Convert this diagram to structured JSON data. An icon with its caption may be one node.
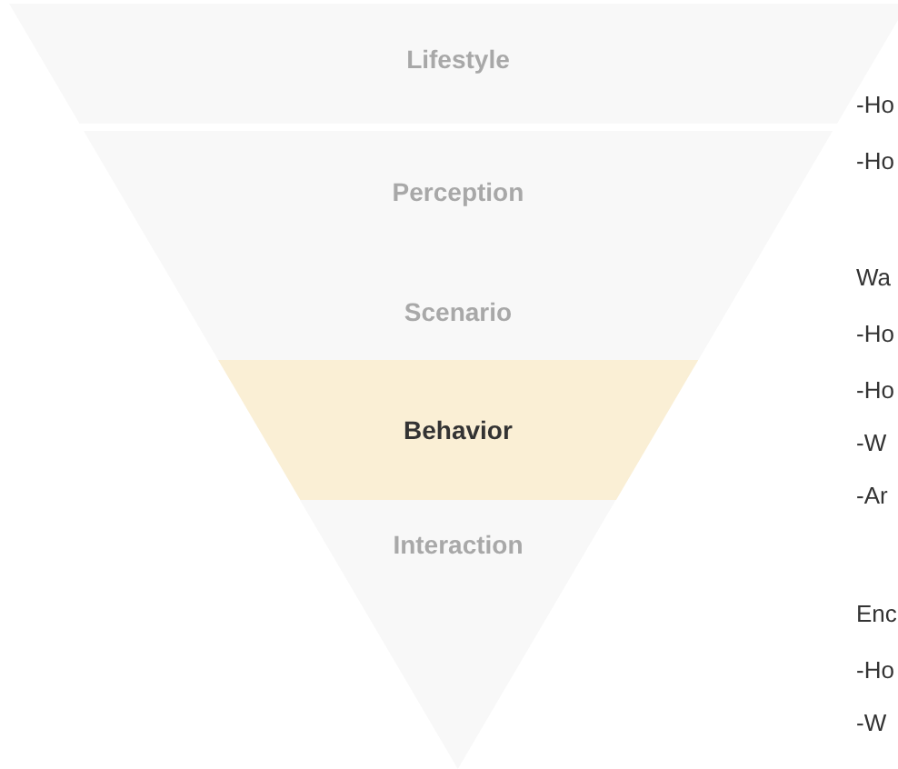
{
  "diagram": {
    "nodes": [
      {
        "text": [
          "Lifestyle"
        ]
      },
      {
        "text": [
          "Perception"
        ]
      },
      {
        "text": [
          "Scenario"
        ]
      },
      {
        "text": [
          "Behavior"
        ]
      },
      {
        "text": [
          "Interaction"
        ]
      }
    ],
    "labels": [
      "-Ho",
      "-Ho",
      "Wa",
      "-Ho",
      "-Ho",
      "-W",
      "-Ar",
      "Enc",
      "-Ho",
      "-W"
    ]
  }
}
